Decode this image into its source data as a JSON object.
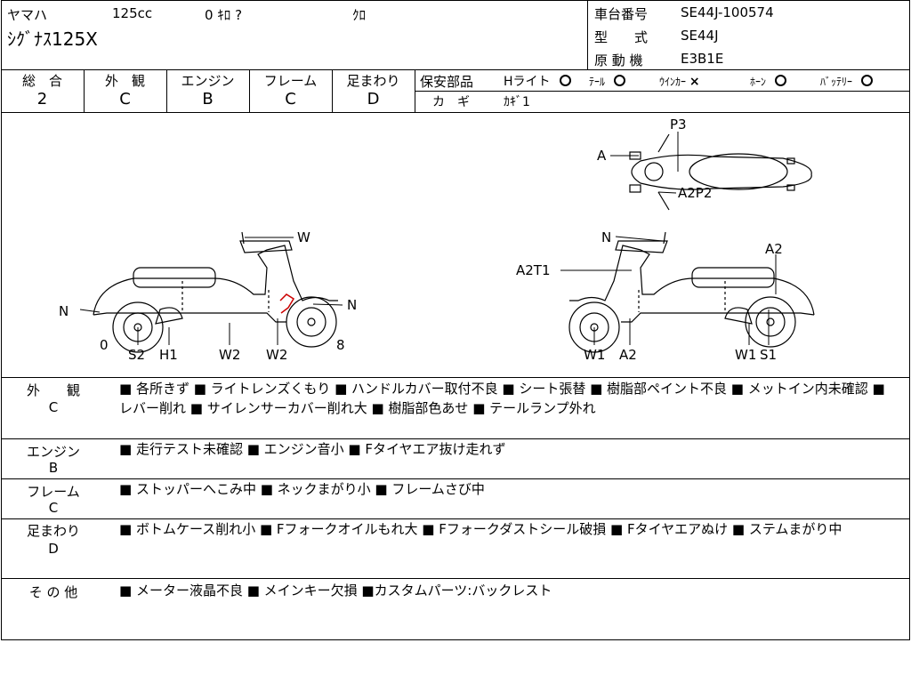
{
  "header": {
    "maker": "ヤマハ",
    "displacement": "125cc",
    "mileage": "0 ｷﾛ ?",
    "color": "ｸﾛ",
    "model_name": "ｼｸﾞﾅｽ125X",
    "frame_no_label": "車台番号",
    "frame_no": "SE44J-100574",
    "type_label": "型　　式",
    "type_value": "SE44J",
    "engine_label": "原 動 機",
    "engine_value": "E3B1E"
  },
  "grades": [
    {
      "label": "総　合",
      "value": "2"
    },
    {
      "label": "外　観",
      "value": "C"
    },
    {
      "label": "エンジン",
      "value": "B"
    },
    {
      "label": "フレーム",
      "value": "C"
    },
    {
      "label": "足まわり",
      "value": "D"
    }
  ],
  "safety": {
    "title": "保安部品",
    "items": [
      {
        "label": "Hライト",
        "status": "circle"
      },
      {
        "label": "ﾃｰﾙ",
        "status": "circle"
      },
      {
        "label": "ｳｲﾝｶｰ",
        "status": "×"
      },
      {
        "label": "ﾎｰﾝ",
        "status": "circle"
      },
      {
        "label": "ﾊﾞｯﾃﾘｰ",
        "status": "circle"
      }
    ],
    "key_label": "カ　ギ",
    "key_value": "ｶｷﾞ1"
  },
  "diagram_labels": {
    "left": [
      "W",
      "N",
      "N",
      "0",
      "8",
      "S2",
      "H1",
      "W2",
      "W2"
    ],
    "right": [
      "N",
      "A2T1",
      "A2",
      "W1",
      "A2",
      "W1",
      "S1"
    ],
    "top": [
      "P3",
      "A",
      "A2P2"
    ]
  },
  "sections": [
    {
      "title": "外　　観",
      "grade": "C",
      "text": "■ 各所きず ■ ライトレンズくもり ■ ハンドルカバー取付不良 ■ シート張替 ■ 樹脂部ペイント不良 ■ メットイン内未確認 ■ レバー削れ ■ サイレンサーカバー削れ大 ■ 樹脂部色あせ ■ テールランプ外れ"
    },
    {
      "title": "エンジン",
      "grade": "B",
      "text": "■ 走行テスト未確認 ■ エンジン音小 ■ Fタイヤエア抜け走れず"
    },
    {
      "title": "フレーム",
      "grade": "C",
      "text": "■ ストッパーへこみ中 ■ ネックまがり小 ■ フレームさび中"
    },
    {
      "title": "足まわり",
      "grade": "D",
      "text": "■ ボトムケース削れ小 ■ Fフォークオイルもれ大 ■ Fフォークダストシール破損 ■ Fタイヤエアぬけ ■ ステムまがり中"
    },
    {
      "title": "そ の 他",
      "grade": "",
      "text": "■ メーター液晶不良 ■ メインキー欠損 ■カスタムパーツ:バックレスト"
    }
  ],
  "colors": {
    "line": "#000000",
    "damage_mark": "#cc0000",
    "shade": "#eeeeee"
  }
}
